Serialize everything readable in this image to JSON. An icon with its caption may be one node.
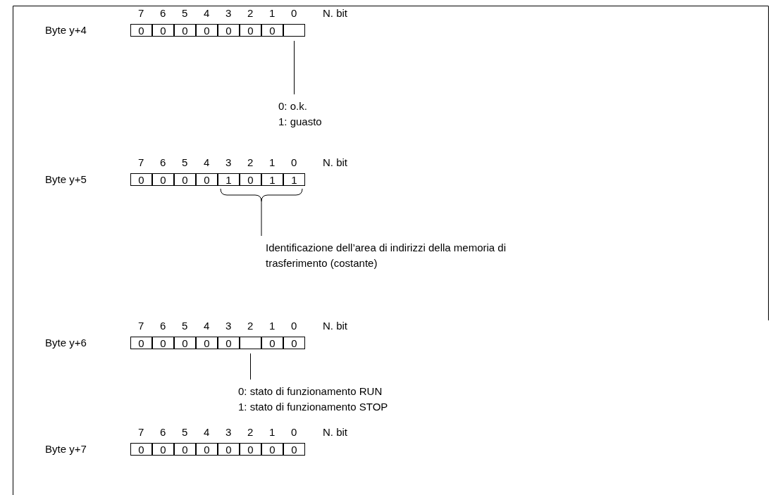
{
  "diagram": {
    "nodes": [
      {
        "text": [
          "0"
        ]
      },
      {
        "text": [
          "0"
        ]
      },
      {
        "text": [
          "0"
        ]
      },
      {
        "text": [
          "0"
        ]
      },
      {
        "text": [
          "0"
        ]
      },
      {
        "text": [
          "0"
        ]
      },
      {
        "text": [
          "0"
        ]
      },
      {
        "text": [],
        "shape": "box"
      },
      {
        "text": [
          "0: o.k.",
          "1: guasto"
        ]
      },
      {
        "text": [
          "0"
        ]
      },
      {
        "text": [
          "0"
        ]
      },
      {
        "text": [
          "0"
        ]
      },
      {
        "text": [
          "0"
        ]
      },
      {
        "text": [
          "1"
        ]
      },
      {
        "text": [
          "0"
        ]
      },
      {
        "text": [
          "1"
        ]
      },
      {
        "text": [
          "1"
        ]
      },
      {
        "text": [],
        "shape": "brace"
      },
      {
        "text": [
          "Identificazione dell’area di indirizzi della memoria di trasferimento (costante)"
        ]
      },
      {
        "text": [
          "0"
        ]
      },
      {
        "text": [
          "0"
        ]
      },
      {
        "text": [
          "0"
        ]
      },
      {
        "text": [
          "0"
        ]
      },
      {
        "text": [
          "0"
        ]
      },
      {
        "text": [],
        "shape": "box"
      },
      {
        "text": [
          "0"
        ]
      },
      {
        "text": [
          "0"
        ]
      },
      {
        "text": [
          "0: stato di funzionamento RUN",
          "1: stato di funzionamento STOP"
        ]
      },
      {
        "text": [
          "0"
        ]
      },
      {
        "text": [
          "0"
        ]
      },
      {
        "text": [
          "0"
        ]
      },
      {
        "text": [
          "0"
        ]
      },
      {
        "text": [
          "0"
        ]
      },
      {
        "text": [
          "0"
        ]
      },
      {
        "text": [
          "0"
        ]
      },
      {
        "text": [
          "0"
        ]
      }
    ],
    "edges": [
      {
        "from": 8,
        "to": 7,
        "arrow": "none"
      },
      {
        "from": 18,
        "to": 17,
        "arrow": "none"
      },
      {
        "from": 27,
        "to": 24,
        "arrow": "none"
      }
    ],
    "labels": [
      "7",
      "6",
      "5",
      "4",
      "3",
      "2",
      "1",
      "0",
      "N. bit",
      "Byte y+4",
      "7",
      "6",
      "5",
      "4",
      "3",
      "2",
      "1",
      "0",
      "N. bit",
      "Byte y+5",
      "7",
      "6",
      "5",
      "4",
      "3",
      "2",
      "1",
      "0",
      "N. bit",
      "Byte y+6",
      "7",
      "6",
      "5",
      "4",
      "3",
      "2",
      "1",
      "0",
      "N. bit",
      "Byte y+7"
    ]
  }
}
